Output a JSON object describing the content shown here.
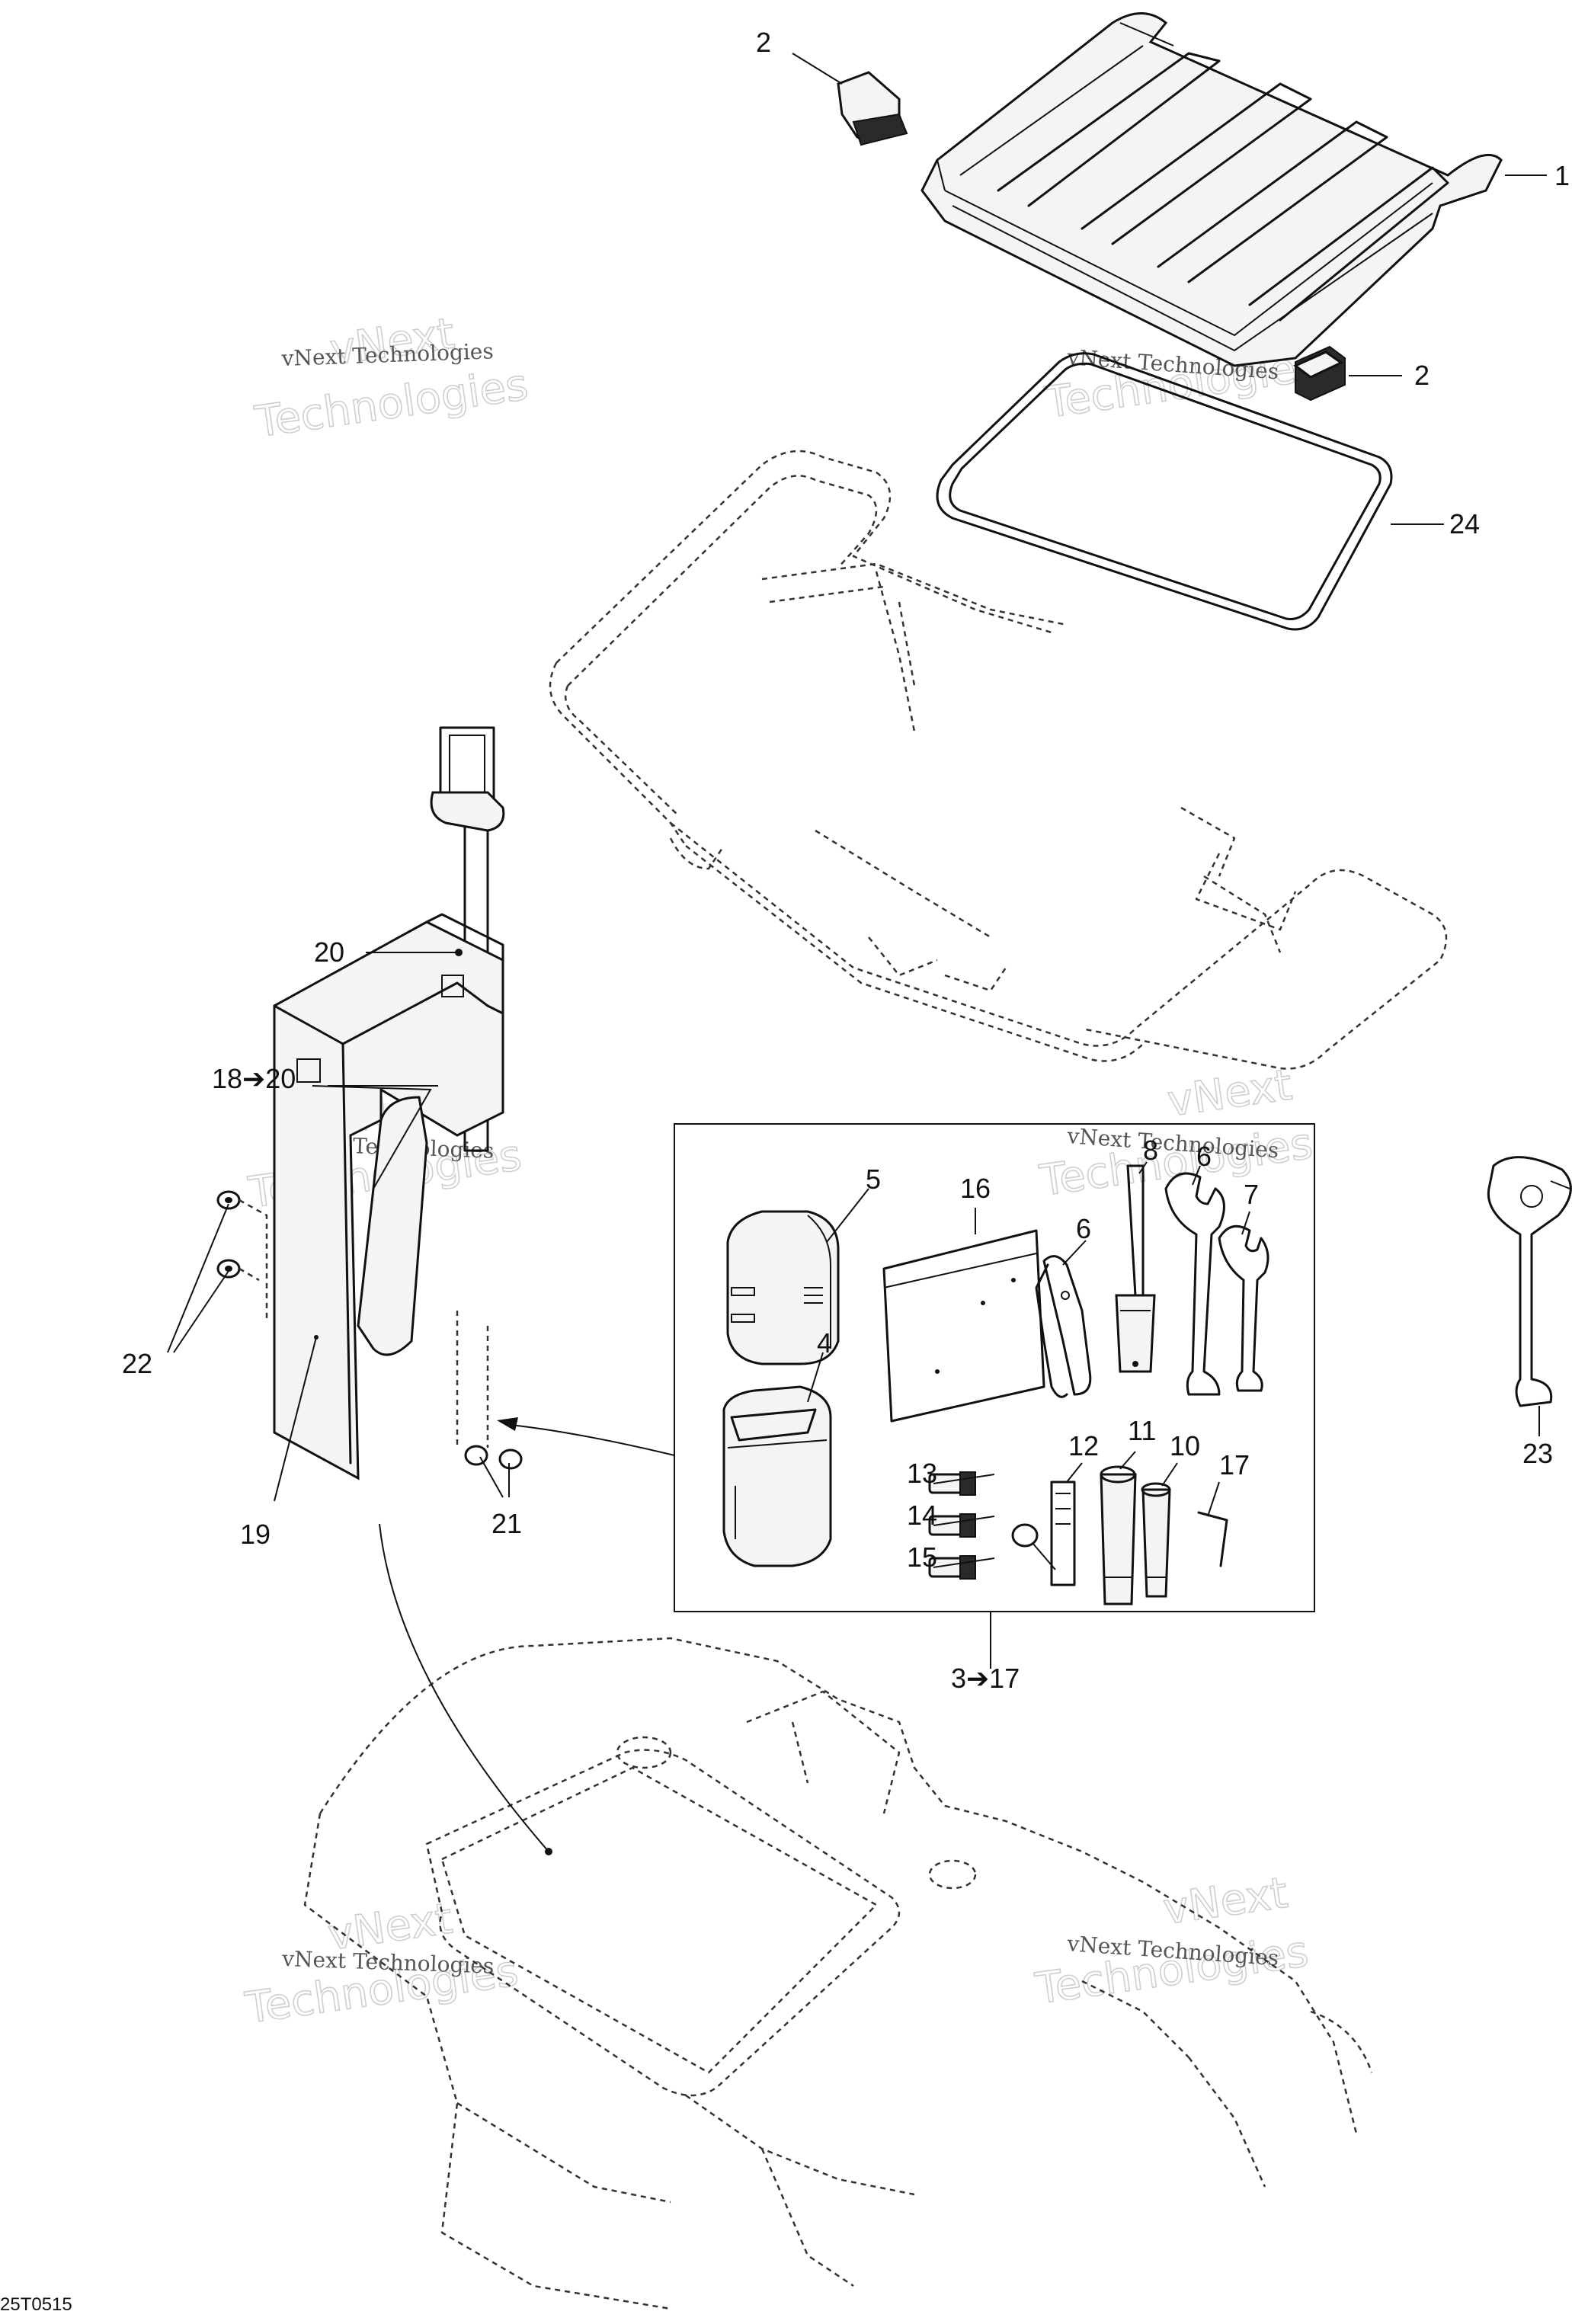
{
  "callouts": {
    "c1": "1",
    "c2a": "2",
    "c2b": "2",
    "c24": "24",
    "c20": "20",
    "c18_20": "18➔20",
    "c22": "22",
    "c19": "19",
    "c21": "21",
    "c5": "5",
    "c4": "4",
    "c16": "16",
    "c8": "8",
    "c6a": "6",
    "c6b": "6",
    "c7": "7",
    "c13": "13",
    "c14": "14",
    "c15": "15",
    "c12": "12",
    "c11": "11",
    "c10": "10",
    "c17": "17",
    "c3_17": "3➔17",
    "c23": "23"
  },
  "watermark": {
    "line1": "vNext Technologies",
    "line2a": "vNext",
    "line2b": "Technologies"
  },
  "drawing_code": "25T0515"
}
